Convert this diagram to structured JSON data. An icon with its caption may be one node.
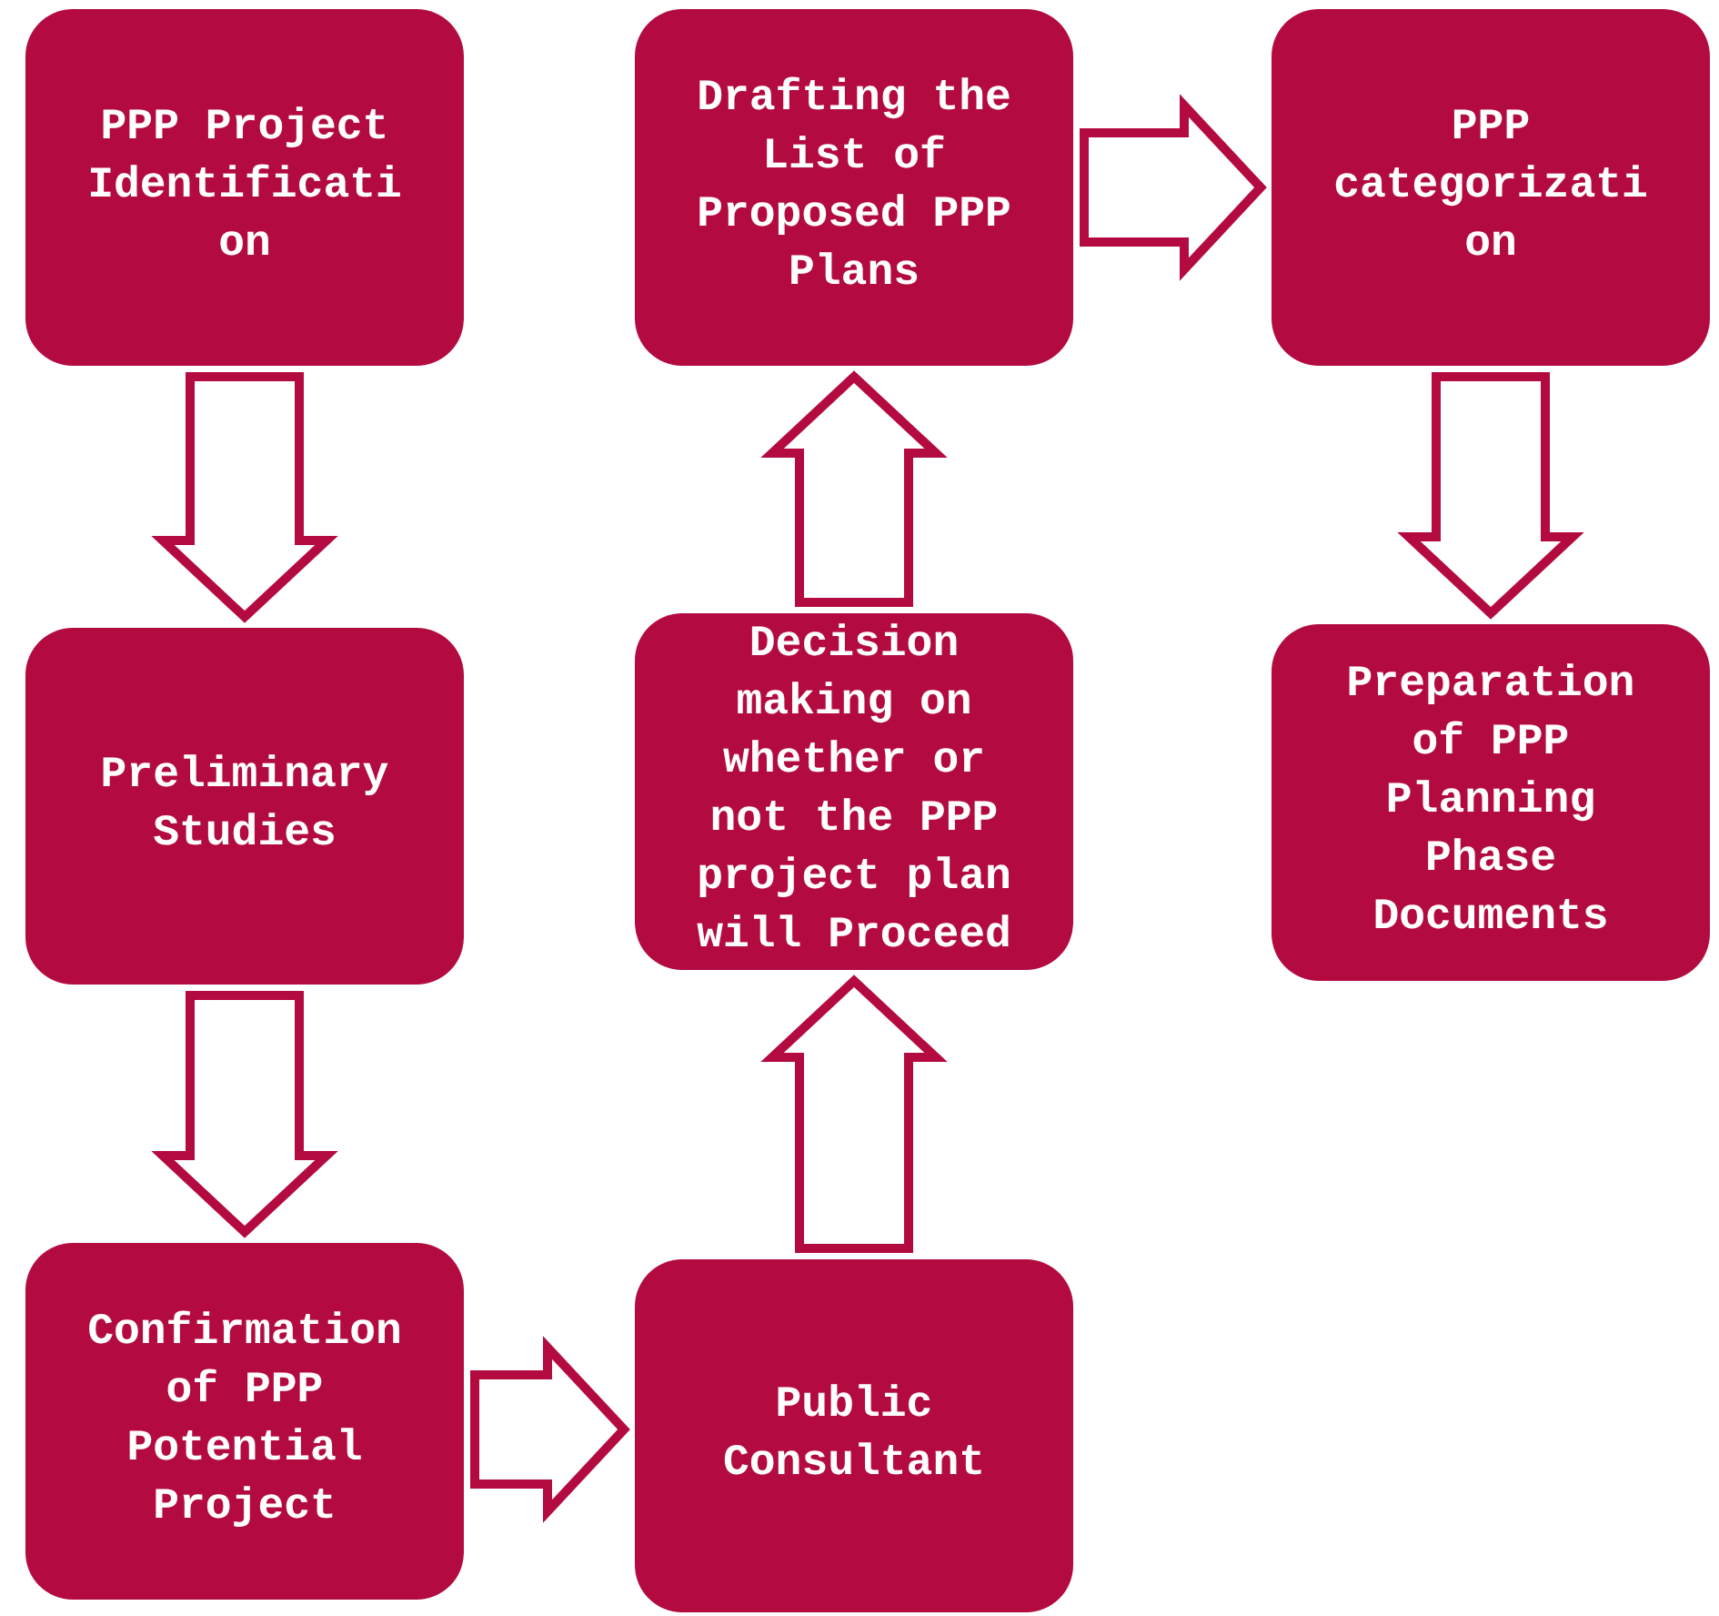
{
  "diagram": {
    "nodes": [
      {
        "text": [
          "PPP Project Identification"
        ]
      },
      {
        "text": [
          "Preliminary Studies"
        ]
      },
      {
        "text": [
          "Confirmation of PPP Potential Project"
        ]
      },
      {
        "text": [
          "Public Consultant"
        ]
      },
      {
        "text": [
          "Decision making on whether or not the PPP project plan will Proceed"
        ]
      },
      {
        "text": [
          "Drafting the List of Proposed PPP Plans"
        ]
      },
      {
        "text": [
          "PPP categorization"
        ]
      },
      {
        "text": [
          "Preparation of PPP Planning Phase Documents"
        ]
      }
    ],
    "edges": [
      {
        "from": 0,
        "to": 1,
        "arrow": "to"
      },
      {
        "from": 1,
        "to": 2,
        "arrow": "to"
      },
      {
        "from": 2,
        "to": 3,
        "arrow": "to"
      },
      {
        "from": 3,
        "to": 4,
        "arrow": "to"
      },
      {
        "from": 4,
        "to": 5,
        "arrow": "to"
      },
      {
        "from": 5,
        "to": 6,
        "arrow": "to"
      },
      {
        "from": 6,
        "to": 7,
        "arrow": "to"
      }
    ]
  }
}
